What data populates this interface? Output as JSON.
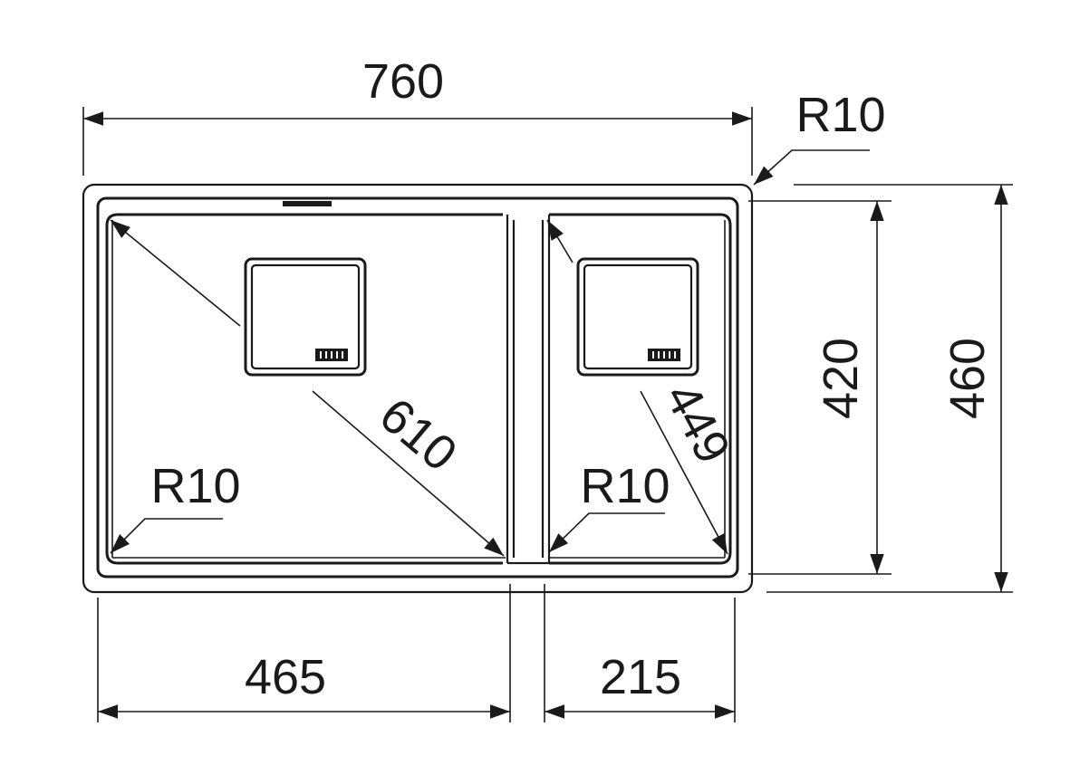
{
  "labels": {
    "overall_width": "760",
    "overall_depth": "460",
    "inner_depth": "420",
    "left_bowl_width": "465",
    "right_bowl_width": "215",
    "left_bowl_diagonal": "610",
    "right_bowl_diagonal": "449",
    "outer_corner_radius": "R10",
    "left_bowl_radius": "R10",
    "right_bowl_radius": "R10"
  },
  "colors": {
    "ink": "#1a1a1a",
    "background": "#ffffff"
  }
}
